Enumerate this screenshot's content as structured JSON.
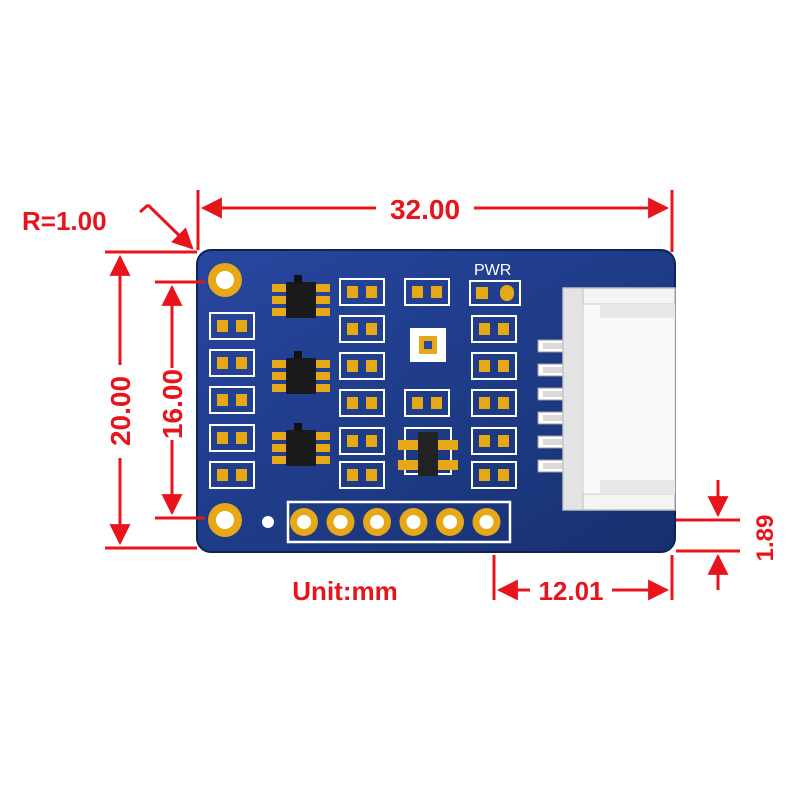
{
  "dimensions": {
    "radius": "R=1.00",
    "width": "32.00",
    "height": "20.00",
    "hole_spacing": "16.00",
    "connector_offset": "12.01",
    "edge_offset": "1.89",
    "unit": "Unit:mm"
  },
  "board": {
    "silkscreen_label": "PWR"
  },
  "colors": {
    "dimension": "#e8141c",
    "pcb": "#1e3a8a",
    "pad": "#e6a817",
    "connector": "#f2f2f2"
  }
}
